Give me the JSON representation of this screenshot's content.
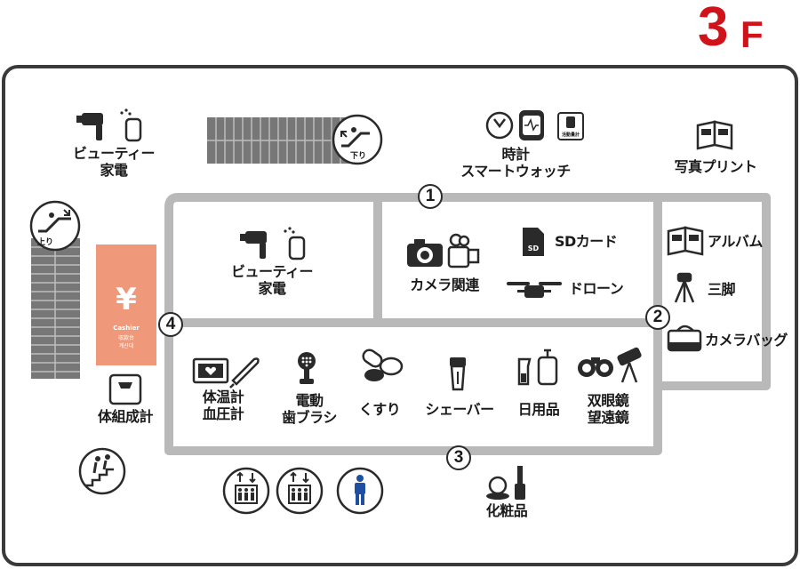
{
  "floor": {
    "number": "3",
    "unit": "F"
  },
  "colors": {
    "accent": "#d0121b",
    "wall": "#3a3a3a",
    "aisle": "#b9b9b9",
    "cashier": "#f0997a",
    "person": "#1f4fa0"
  },
  "route_nodes": [
    "1",
    "2",
    "3",
    "4"
  ],
  "escalators": {
    "top": {
      "direction": "下り"
    },
    "left": {
      "direction": "上り"
    }
  },
  "cashier": {
    "symbol": "¥",
    "en": "Cashier",
    "ja1": "収款台",
    "ja2": "계산대"
  },
  "zones": {
    "beauty_outer": [
      "ビューティー",
      "家電"
    ],
    "beauty_inner": [
      "ビューティー",
      "家電"
    ],
    "watch": [
      "時計",
      "スマートウォッチ"
    ],
    "print": "写真プリント",
    "camera": "カメラ関連",
    "sd": "SDカード",
    "drone": "ドローン",
    "album": "アルバム",
    "tripod": "三脚",
    "camera_bag": "カメラバッグ",
    "body_scale": "体組成計",
    "thermometer": [
      "体温計",
      "血圧計"
    ],
    "toothbrush": [
      "電動",
      "歯ブラシ"
    ],
    "medicine": "くすり",
    "shaver": "シェーバー",
    "daily": "日用品",
    "binoculars": [
      "双眼鏡",
      "望遠鏡"
    ],
    "cosmetics": "化粧品"
  },
  "icons": {
    "sd_badge": "SD",
    "watch_badge": "活動量計"
  },
  "facilities": [
    "stairs-icon",
    "elevator-icon",
    "elevator-icon",
    "restroom-icon"
  ]
}
